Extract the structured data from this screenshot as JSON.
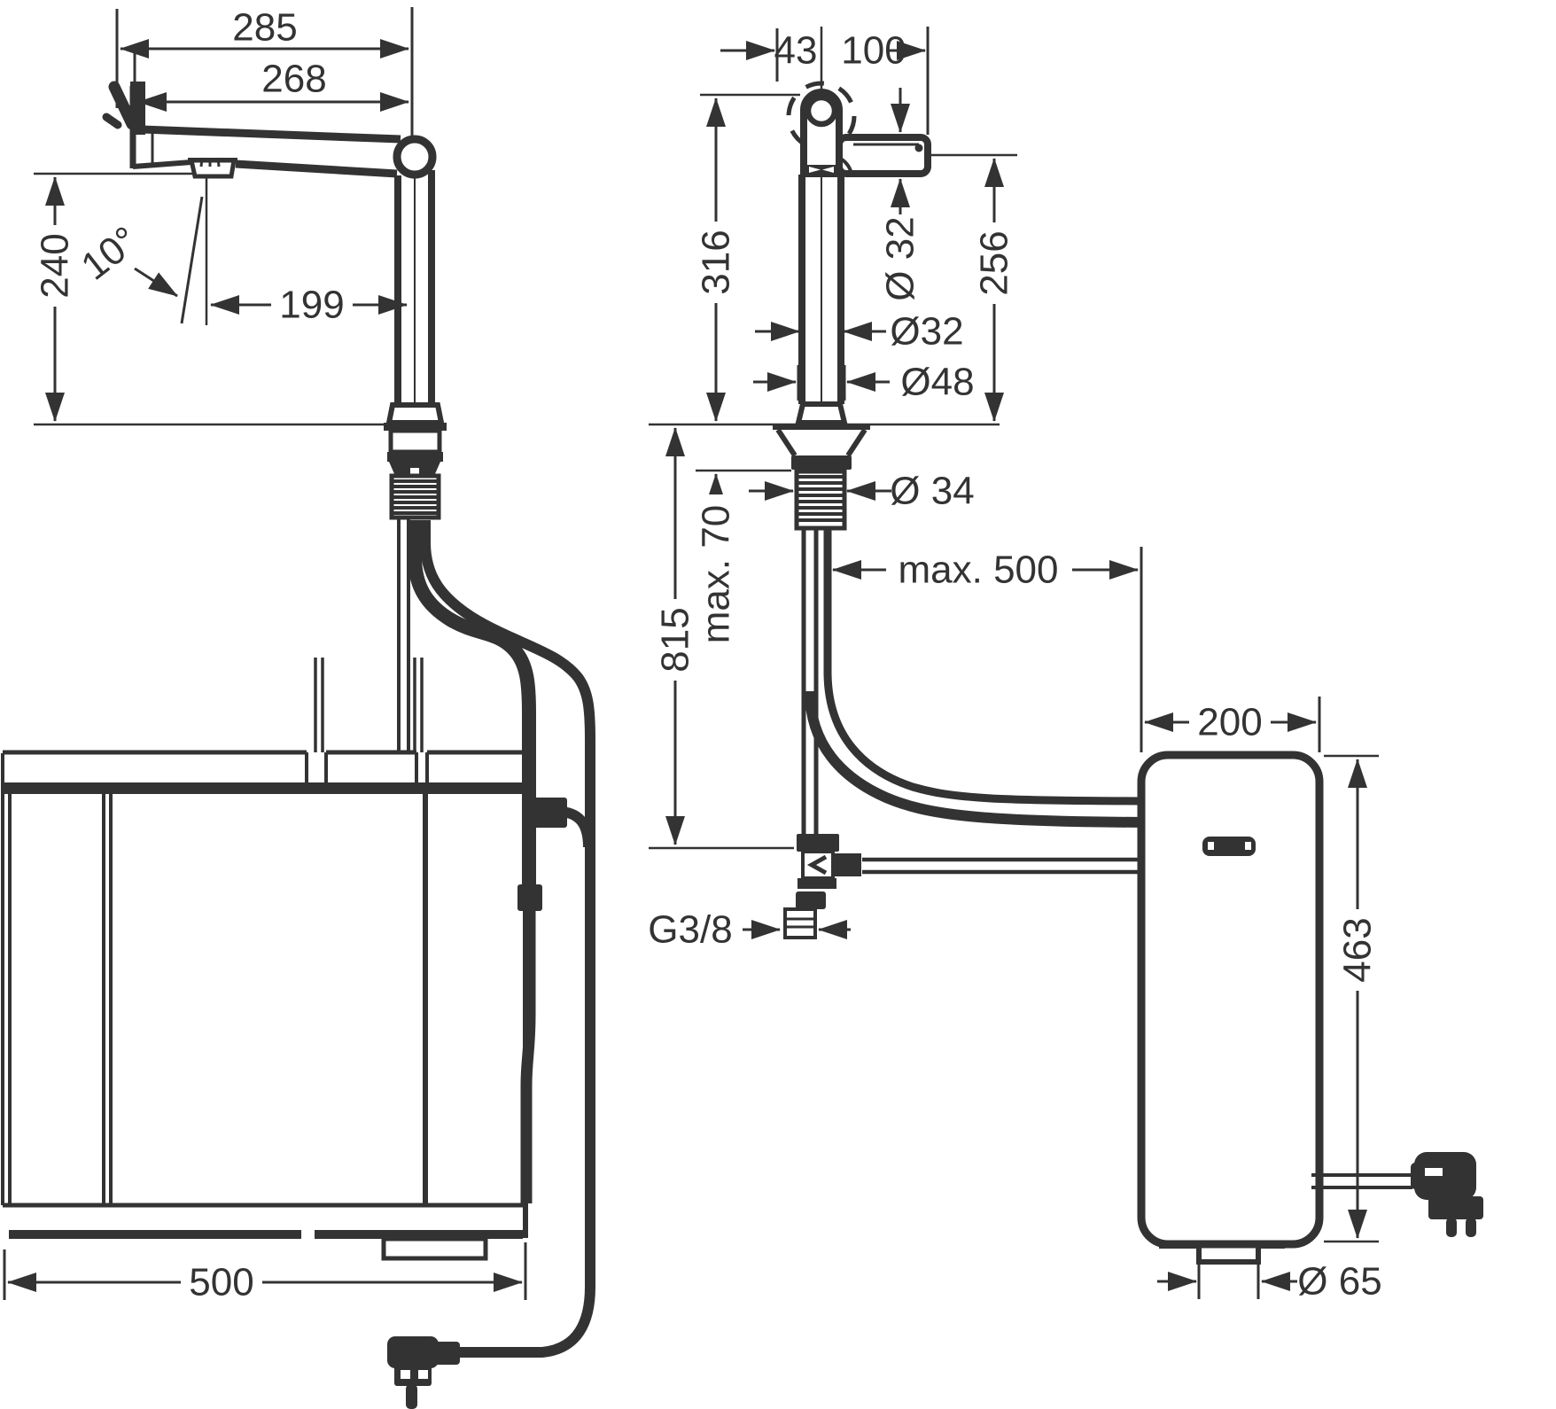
{
  "page": {
    "background": "#ffffff",
    "line_color": "#333333",
    "kind": "technical-dimension-drawing"
  },
  "views": {
    "side": {
      "label": "faucet-side-view-over-cabinet",
      "dims": {
        "overall_reach": "285",
        "spout_reach": "268",
        "outlet_height": "240",
        "swivel_angle": "10°",
        "outlet_to_axis": "199",
        "cabinet_width": "500"
      }
    },
    "front": {
      "label": "faucet-front-view-installation",
      "dims": {
        "offset_back": "43",
        "offset_front": "100",
        "total_height": "316",
        "spout_tube_diameter": "Ø 32",
        "outlet_height": "256",
        "body_diameter": "Ø32",
        "base_diameter": "Ø48",
        "shank_diameter": "Ø 34",
        "max_deck_thickness": "max. 70",
        "hose_drop": "815",
        "max_hose_run": "max. 500",
        "connection_thread": "G3/8"
      }
    },
    "unit": {
      "label": "under-sink-unit-view",
      "dims": {
        "depth": "200",
        "height": "463",
        "foot_diameter": "Ø 65"
      }
    }
  }
}
